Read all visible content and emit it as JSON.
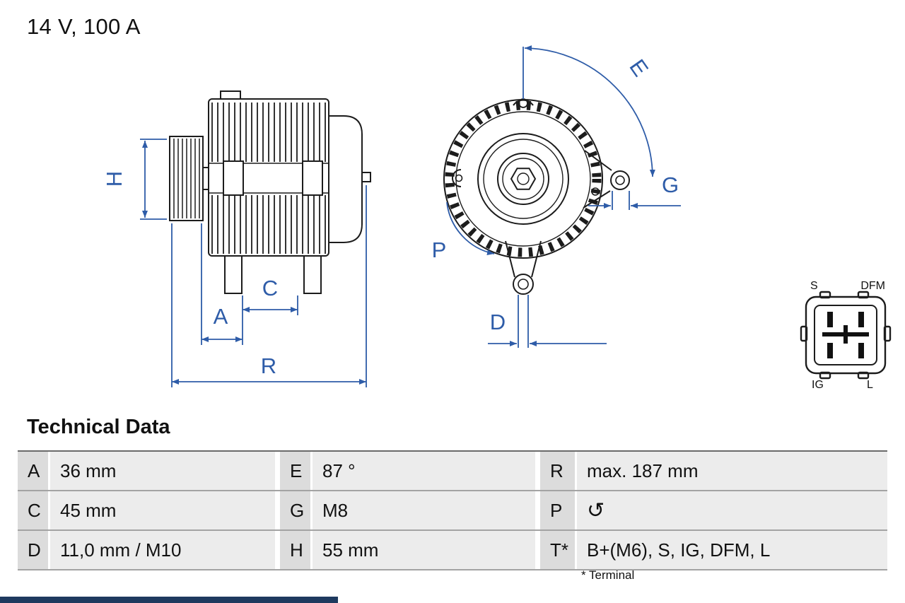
{
  "title": "14 V, 100 A",
  "colors": {
    "accent": "#2e5ca8",
    "drawing_line": "#1c1c1c",
    "bottom_bar": "#1e3a5f",
    "label_cell_bg": "#dcdcdc",
    "value_cell_bg": "#ececec"
  },
  "drawing": {
    "dimensions": {
      "H": "H",
      "A": "A",
      "C": "C",
      "R": "R",
      "E": "E",
      "G": "G",
      "P": "P",
      "D": "D"
    },
    "connector_labels": {
      "top_left": "S",
      "top_right": "DFM",
      "bottom_left": "IG",
      "bottom_right": "L"
    }
  },
  "technical_data": {
    "heading": "Technical Data",
    "rows": [
      [
        {
          "label": "A",
          "value": "36 mm"
        },
        {
          "label": "E",
          "value": "87 °"
        },
        {
          "label": "R",
          "value": "max. 187 mm"
        }
      ],
      [
        {
          "label": "C",
          "value": "45 mm"
        },
        {
          "label": "G",
          "value": "M8"
        },
        {
          "label": "P",
          "value": "↺",
          "icon": "rotation-direction-icon"
        }
      ],
      [
        {
          "label": "D",
          "value": "11,0 mm / M10"
        },
        {
          "label": "H",
          "value": "55 mm"
        },
        {
          "label": "T*",
          "value": "B+(M6), S, IG, DFM, L"
        }
      ]
    ],
    "footnote": "* Terminal"
  }
}
